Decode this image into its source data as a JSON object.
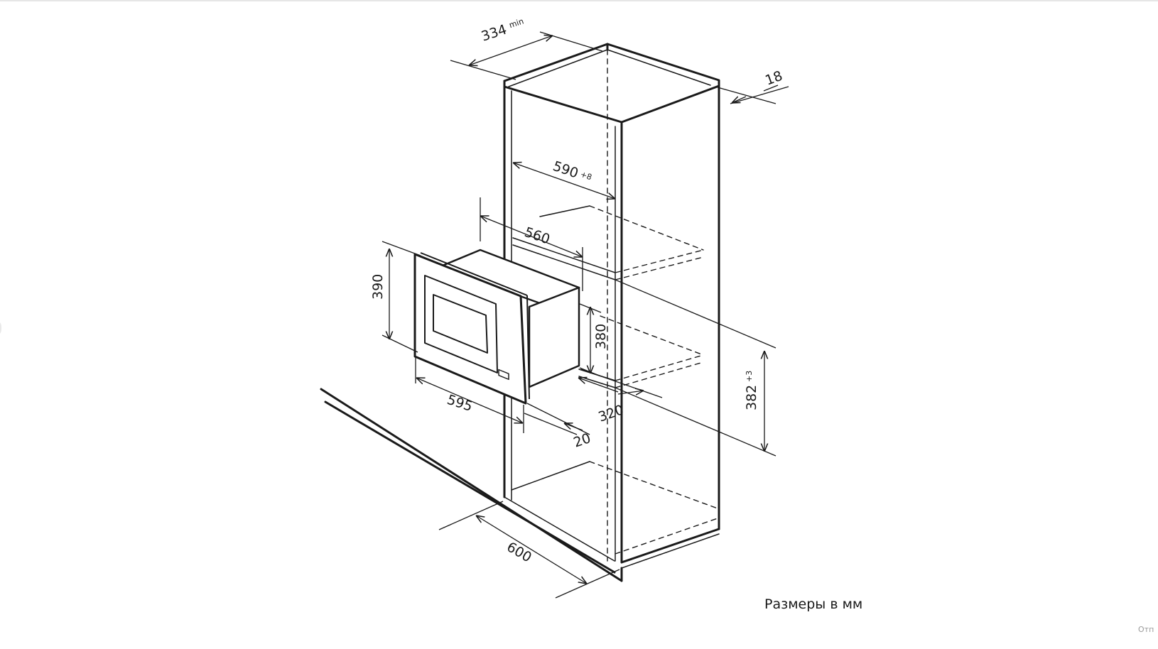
{
  "dimensions": {
    "cabinet_depth_min": {
      "value": "334",
      "suffix": "min"
    },
    "panel_thickness": {
      "value": "18"
    },
    "niche_width": {
      "value": "590",
      "suffix": "+8"
    },
    "appliance_body_width": {
      "value": "560"
    },
    "front_height": {
      "value": "390"
    },
    "body_height": {
      "value": "380"
    },
    "niche_height": {
      "value": "382",
      "suffix": "+3"
    },
    "front_width": {
      "value": "595"
    },
    "body_depth": {
      "value": "320"
    },
    "front_thickness": {
      "value": "20"
    },
    "cabinet_width": {
      "value": "600"
    }
  },
  "caption": "Размеры в мм",
  "corner_text": "Отп",
  "colors": {
    "line": "#1a1a1a",
    "background": "#ffffff"
  }
}
